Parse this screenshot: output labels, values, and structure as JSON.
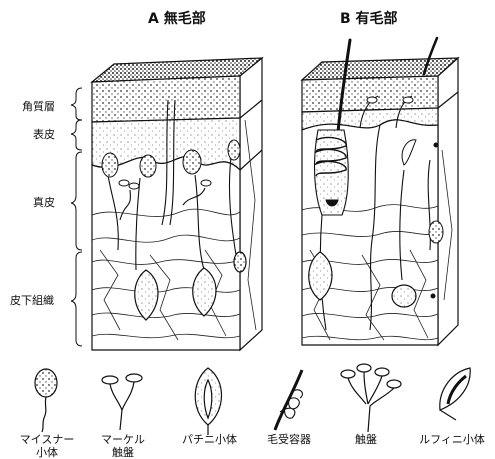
{
  "panels": {
    "a_title": "A 無毛部",
    "b_title": "B 有毛部"
  },
  "layers": {
    "stratum_corneum": "角質層",
    "epidermis": "表皮",
    "dermis": "真皮",
    "subcutaneous": "皮下組織"
  },
  "receptors": [
    {
      "line1": "マイスナー",
      "line2": "小体"
    },
    {
      "line1": "マーケル",
      "line2": "触盤"
    },
    {
      "line1": "パチニ小体",
      "line2": ""
    },
    {
      "line1": "毛受容器",
      "line2": ""
    },
    {
      "line1": "触盤",
      "line2": ""
    },
    {
      "line1": "ルフィニ小体",
      "line2": ""
    }
  ],
  "colors": {
    "ink": "#111111",
    "background": "#ffffff",
    "stipple": "#555555"
  }
}
